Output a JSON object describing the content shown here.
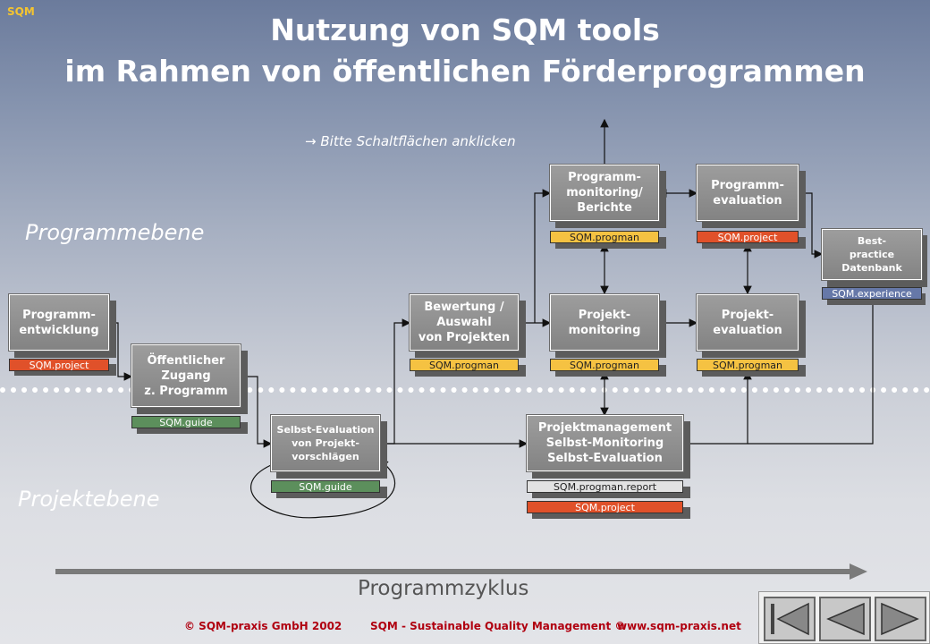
{
  "header": {
    "logo": "SQM",
    "title_line1": "Nutzung von SQM tools",
    "title_line2": "im Rahmen von öffentlichen Förderprogrammen",
    "hint": "\u0000 Bitte Schaltflächen anklicken"
  },
  "levels": {
    "program": "Programmebene",
    "project": "Projektebene"
  },
  "boxes": {
    "programmentwicklung": "Programm-\nentwicklung",
    "zugang": "Öffentlicher\nZugang\nz. Programm",
    "selbstevaluation": "Selbst-Evaluation\nvon Projekt-\nvorschlägen",
    "bewertung": "Bewertung /\nAuswahl\nvon Projekten",
    "projektmonitoring": "Projekt-\nmonitoring",
    "projektevaluation": "Projekt-\nevaluation",
    "programmmonitoring": "Programm-\nmonitoring/\nBerichte",
    "programmevaluation": "Programm-\nevaluation",
    "bestpractice": "Best-\npractice\nDatenbank",
    "projektmanagement": "Projektmanagement\nSelbst-Monitoring\nSelbst-Evaluation"
  },
  "tags": {
    "programmentwicklung": "SQM.project",
    "zugang": "SQM.guide",
    "selbstevaluation": "SQM.guide",
    "bewertung": "SQM.progman",
    "projektmonitoring": "SQM.progman",
    "projektevaluation": "SQM.progman",
    "programmmonitoring": "SQM.progman",
    "programmevaluation": "SQM.project",
    "bestpractice": "SQM.experience",
    "projektmanagement_report": "SQM.progman.report",
    "projektmanagement_project": "SQM.project"
  },
  "colors": {
    "sqm_project": "#e0512a",
    "sqm_progman": "#f5c242",
    "sqm_guide": "#5c8f5c",
    "sqm_experience": "#6678a8",
    "sqm_report": "#e2e2e2"
  },
  "cycle_label": "Programmzyklus",
  "footer": {
    "copyright": "© SQM-praxis GmbH 2002",
    "tagline": "SQM - Sustainable Quality Management ®",
    "url": "www.sqm-praxis.net"
  },
  "nav": {
    "first": "first-slide-icon",
    "prev": "previous-slide-icon",
    "next": "next-slide-icon"
  }
}
